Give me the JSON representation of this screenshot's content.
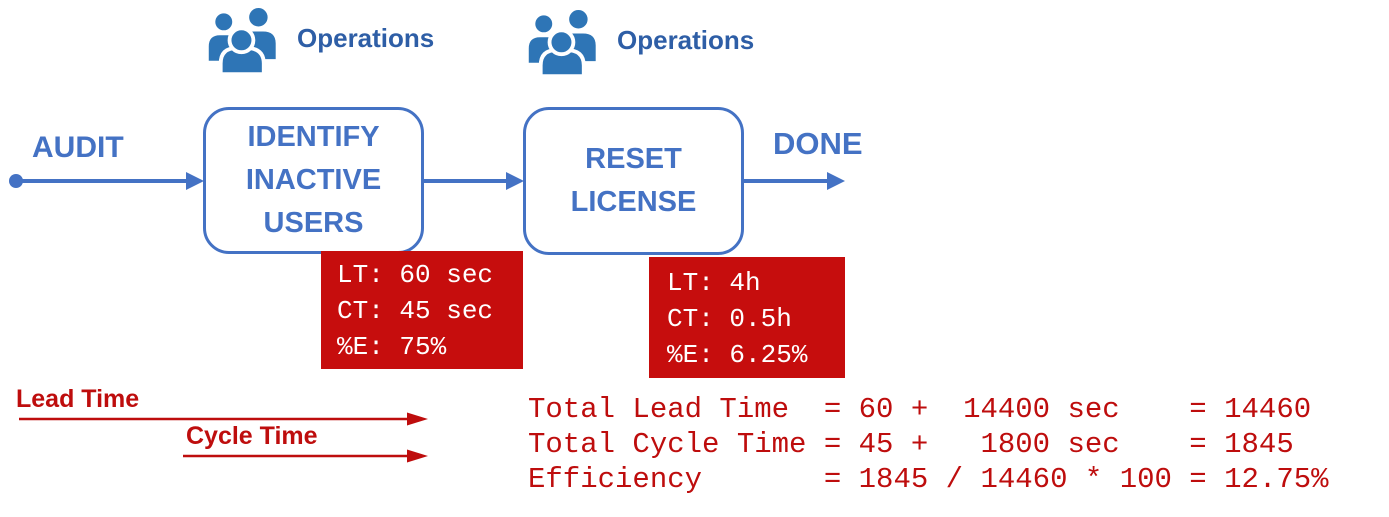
{
  "colors": {
    "flow-blue": "#4472C4",
    "label-blue": "#2E5EA6",
    "icon-blue": "#2E75B6",
    "metric-red": "#C60D0D",
    "text-red": "#BE0D0D"
  },
  "actors": [
    {
      "icon": "people-group-icon",
      "label": "Operations"
    },
    {
      "icon": "people-group-icon",
      "label": "Operations"
    }
  ],
  "flow": {
    "start_label": "AUDIT",
    "end_label": "DONE",
    "steps": [
      {
        "label": "IDENTIFY\nINACTIVE\nUSERS",
        "metrics": {
          "lead_time": "60 sec",
          "cycle_time": "45 sec",
          "efficiency": "75%",
          "display": "LT: 60 sec\nCT: 45 sec\n%E: 75%"
        }
      },
      {
        "label": "RESET\nLICENSE",
        "metrics": {
          "lead_time": "4h",
          "cycle_time": "0.5h",
          "efficiency": "6.25%",
          "display": "LT: 4h\nCT: 0.5h\n%E: 6.25%"
        }
      }
    ]
  },
  "legend": {
    "lead_time_label": "Lead Time",
    "cycle_time_label": "Cycle Time"
  },
  "calculations": {
    "total_lead_time_sec": 14460,
    "total_cycle_time_sec": 1845,
    "efficiency_percent": 12.75,
    "lines": [
      "Total Lead Time  = 60 +  14400 sec    = 14460",
      "Total Cycle Time = 45 +   1800 sec    = 1845",
      "Efficiency       = 1845 / 14460 * 100 = 12.75%"
    ]
  }
}
